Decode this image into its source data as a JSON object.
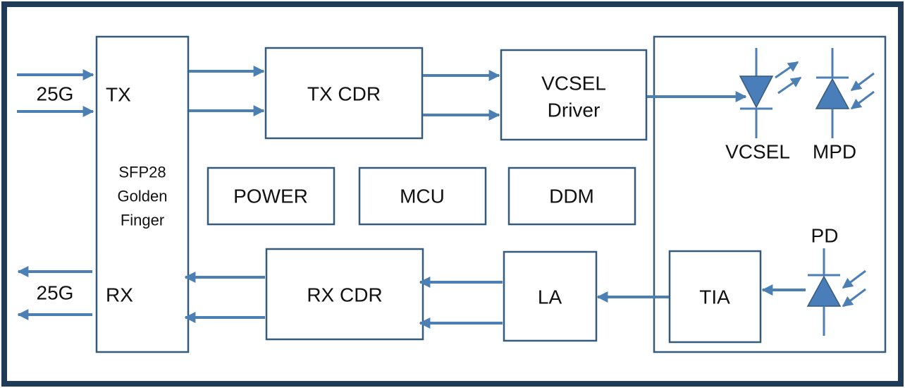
{
  "colors": {
    "frame": "#1f3b57",
    "block_border": "#355a7a",
    "signal": "#4c7fb4",
    "diode_fill": "#4a7ebb",
    "text": "#111111"
  },
  "left_io": {
    "tx_rate": "25G",
    "rx_rate": "25G"
  },
  "golden_finger": {
    "tx_label": "TX",
    "rx_label": "RX",
    "title_line1": "SFP28",
    "title_line2": "Golden",
    "title_line3": "Finger"
  },
  "blocks": {
    "tx_cdr": "TX CDR",
    "rx_cdr": "RX CDR",
    "vcsel_driver_line1": "VCSEL",
    "vcsel_driver_line2": "Driver",
    "power": "POWER",
    "mcu": "MCU",
    "ddm": "DDM",
    "la": "LA",
    "tia": "TIA"
  },
  "optics": {
    "vcsel": "VCSEL",
    "mpd": "MPD",
    "pd": "PD"
  },
  "icons": [
    "arrow-right",
    "arrow-left",
    "laser-diode",
    "photodiode",
    "light-ray-out",
    "light-ray-in"
  ]
}
